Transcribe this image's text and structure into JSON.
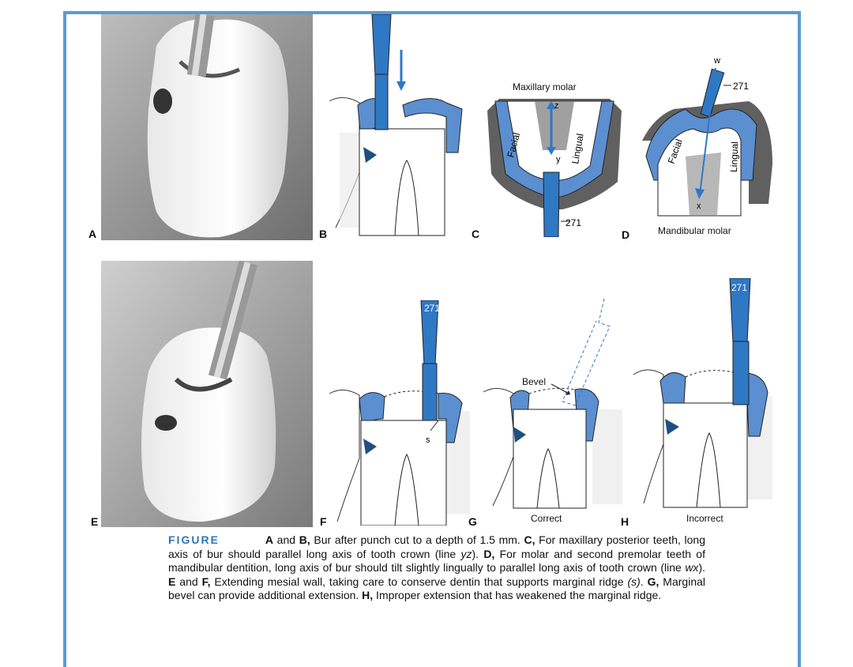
{
  "figure": {
    "panel_labels": {
      "a": "A",
      "b": "B",
      "c": "C",
      "d": "D",
      "e": "E",
      "f": "F",
      "g": "G",
      "h": "H"
    },
    "bur_number": "271",
    "labels": {
      "maxillary_molar": "Maxillary molar",
      "mandibular_molar": "Mandibular molar",
      "facial": "Facial",
      "lingual": "Lingual",
      "z": "z",
      "y": "y",
      "w": "w",
      "x": "x",
      "s": "s",
      "bevel": "Bevel",
      "correct": "Correct",
      "incorrect": "Incorrect"
    },
    "colors": {
      "accent": "#2e75b6",
      "frame": "#5b9bd5",
      "enamel": "#5b8fd0",
      "bur": "#2f78c4"
    }
  },
  "caption": {
    "heading": "FIGURE",
    "s1_b1": "A",
    "s1_t1": " and ",
    "s1_b2": "B,",
    "s1_t2": " Bur after punch cut to a depth of 1.5 mm. ",
    "s2_b": "C,",
    "s2_t1": " For maxillary posterior teeth, long axis of bur should parallel long axis of tooth crown (line ",
    "s2_i": "yz",
    "s2_t2": "). ",
    "s3_b": "D,",
    "s3_t1": " For molar and second premolar teeth of mandibular dentition, long axis of bur should tilt slightly lingually to parallel long axis of tooth crown (line ",
    "s3_i": "wx",
    "s3_t2": "). ",
    "s4_b1": "E",
    "s4_t1": " and ",
    "s4_b2": "F,",
    "s4_t2": " Extending mesial wall, taking care to conserve dentin that supports marginal ridge ",
    "s4_i": "(s)",
    "s4_t3": ". ",
    "s5_b": "G,",
    "s5_t": " Marginal bevel can provide additional extension. ",
    "s6_b": "H,",
    "s6_t": " Improper extension that has weakened the marginal ridge."
  }
}
